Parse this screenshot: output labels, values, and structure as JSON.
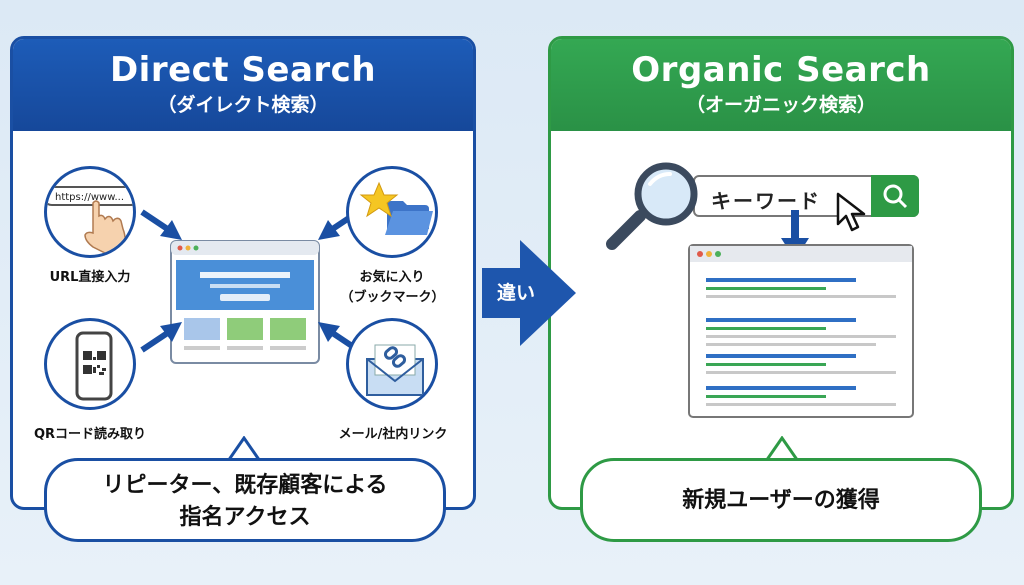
{
  "direct": {
    "title": "Direct Search",
    "subtitle": "（ダイレクト検索）",
    "items": {
      "url": "URL直接入力",
      "url_bar_text": "https://www...",
      "bookmark_line1": "お気に入り",
      "bookmark_line2": "（ブックマーク）",
      "qr": "QRコード読み取り",
      "mail": "メール/社内リンク"
    },
    "result_line1": "リピーター、既存顧客による",
    "result_line2": "指名アクセス"
  },
  "center": {
    "label": "違い"
  },
  "organic": {
    "title": "Organic Search",
    "subtitle": "（オーガニック検索）",
    "search_text": "キーワード",
    "result": "新規ユーザーの獲得"
  },
  "colors": {
    "direct": "#1a4fa3",
    "organic": "#2e9a45",
    "result_blue": "#2f6fc4",
    "result_green": "#3aa655",
    "result_gray": "#c8c8c8"
  },
  "icons": [
    "url-bar-icon",
    "pointing-hand-icon",
    "star-icon",
    "folder-icon",
    "qr-code-icon",
    "smartphone-icon",
    "envelope-icon",
    "link-icon",
    "magnifier-icon",
    "search-icon",
    "cursor-icon",
    "browser-window-icon"
  ]
}
